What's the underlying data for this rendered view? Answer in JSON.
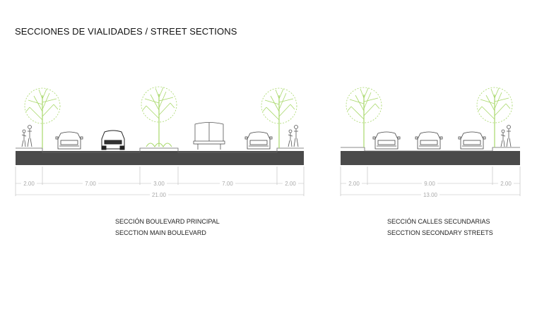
{
  "title": "SECCIONES DE VIALIDADES  /  STREET SECTIONS",
  "colors": {
    "pavement": "#4a4a4a",
    "tree": "#a8d86a",
    "line": "#555555",
    "dimension": "#b0b0b0"
  },
  "sections": [
    {
      "id": "boulevard",
      "caption_es": "SECCIÓN BOULEVARD PRINCIPAL",
      "caption_en": "SECCTION MAIN BOULEVARD",
      "segments": [
        {
          "name": "sidewalk-left",
          "width_m": 2.0,
          "label": "2.00"
        },
        {
          "name": "roadway-left",
          "width_m": 7.0,
          "label": "7.00"
        },
        {
          "name": "median",
          "width_m": 3.0,
          "label": "3.00"
        },
        {
          "name": "roadway-right",
          "width_m": 7.0,
          "label": "7.00"
        },
        {
          "name": "sidewalk-right",
          "width_m": 2.0,
          "label": "2.00"
        }
      ],
      "total_label": "21.00"
    },
    {
      "id": "secondary",
      "caption_es": "SECCIÓN CALLES SECUNDARIAS",
      "caption_en": "SECCTION SECONDARY STREETS",
      "segments": [
        {
          "name": "sidewalk-left",
          "width_m": 2.0,
          "label": "2.00"
        },
        {
          "name": "roadway",
          "width_m": 9.0,
          "label": "9.00"
        },
        {
          "name": "sidewalk-right",
          "width_m": 2.0,
          "label": "2.00"
        }
      ],
      "total_label": "13.00"
    }
  ]
}
